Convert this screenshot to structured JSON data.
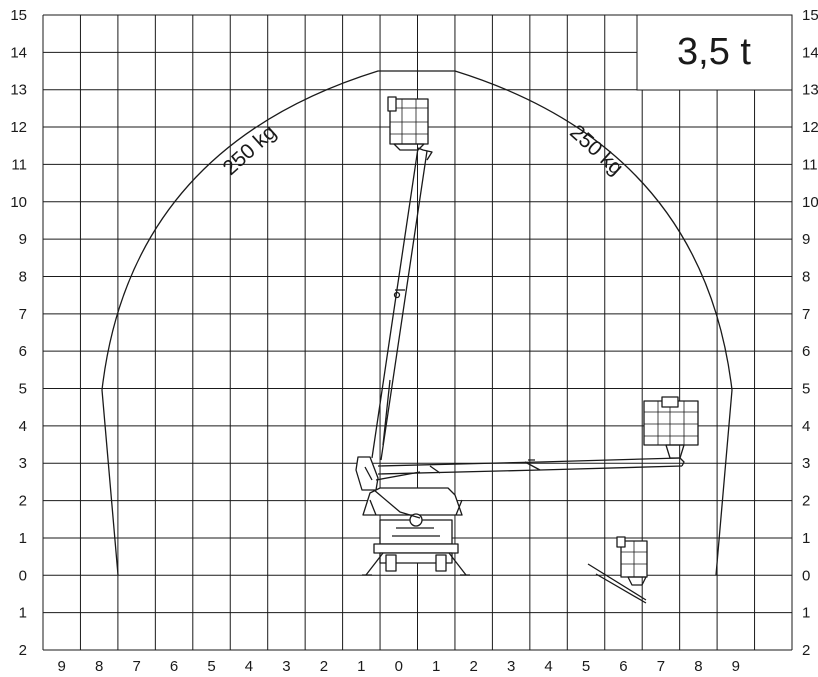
{
  "capacity": "3,5 t",
  "load_labels": [
    "250 kg",
    "250 kg"
  ],
  "height_ticks": [
    "15",
    "14",
    "13",
    "12",
    "11",
    "10",
    "9",
    "8",
    "7",
    "6",
    "5",
    "4",
    "3",
    "2",
    "1",
    "0",
    "1",
    "2"
  ],
  "reach_ticks": [
    "9",
    "8",
    "7",
    "6",
    "5",
    "4",
    "3",
    "2",
    "1",
    "0",
    "1",
    "2",
    "3",
    "4",
    "5",
    "6",
    "7",
    "8",
    "9"
  ]
}
